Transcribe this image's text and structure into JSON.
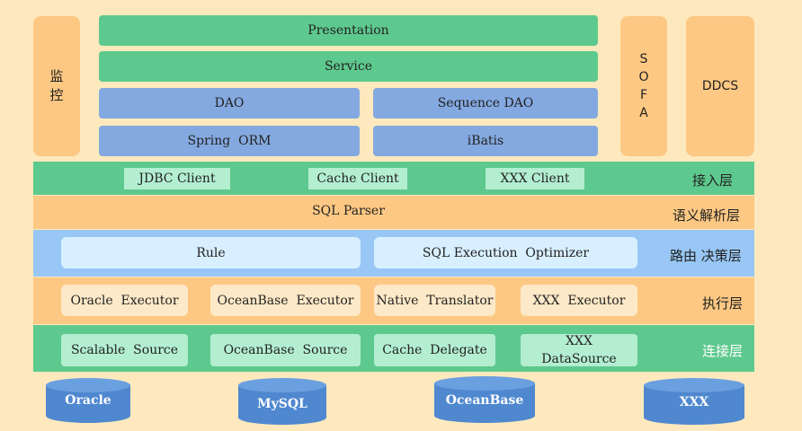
{
  "left_column": {
    "label": "监控"
  },
  "top_stack": {
    "presentation": "Presentation",
    "service": "Service",
    "dao": "DAO",
    "sequence_dao": "Sequence DAO",
    "spring_orm": "Spring  ORM",
    "ibatis": "iBatis"
  },
  "sofa": {
    "letters": [
      "S",
      "O",
      "F",
      "A"
    ]
  },
  "ddcs": {
    "label": "DDCS"
  },
  "access_layer": {
    "name": "接入层",
    "items": [
      "JDBC Client",
      "Cache Client",
      "XXX Client"
    ]
  },
  "parse_layer": {
    "name": "语义解析层",
    "item": "SQL Parser"
  },
  "route_layer": {
    "name": "路由 决策层",
    "items": [
      "Rule",
      "SQL Execution  Optimizer"
    ]
  },
  "exec_layer": {
    "name": "执行层",
    "items": [
      "Oracle  Executor",
      "OceanBase  Executor",
      "Native  Translator",
      "XXX  Executor"
    ]
  },
  "connect_layer": {
    "name": "连接层",
    "items": [
      "Scalable  Source",
      "OceanBase  Source",
      "Cache  Delegate"
    ],
    "xxx_top": "XXX",
    "xxx_bottom": "DataSource"
  },
  "databases": [
    "Oracle",
    "MySQL",
    "OceanBase",
    "XXX"
  ],
  "colors": {
    "background": "#fde9bd",
    "green": "#5ec98e",
    "blue": "#84a9e0",
    "orange": "#fcc883",
    "light_blue_band": "#98c7f5",
    "cylinder": "#4f88cf"
  }
}
